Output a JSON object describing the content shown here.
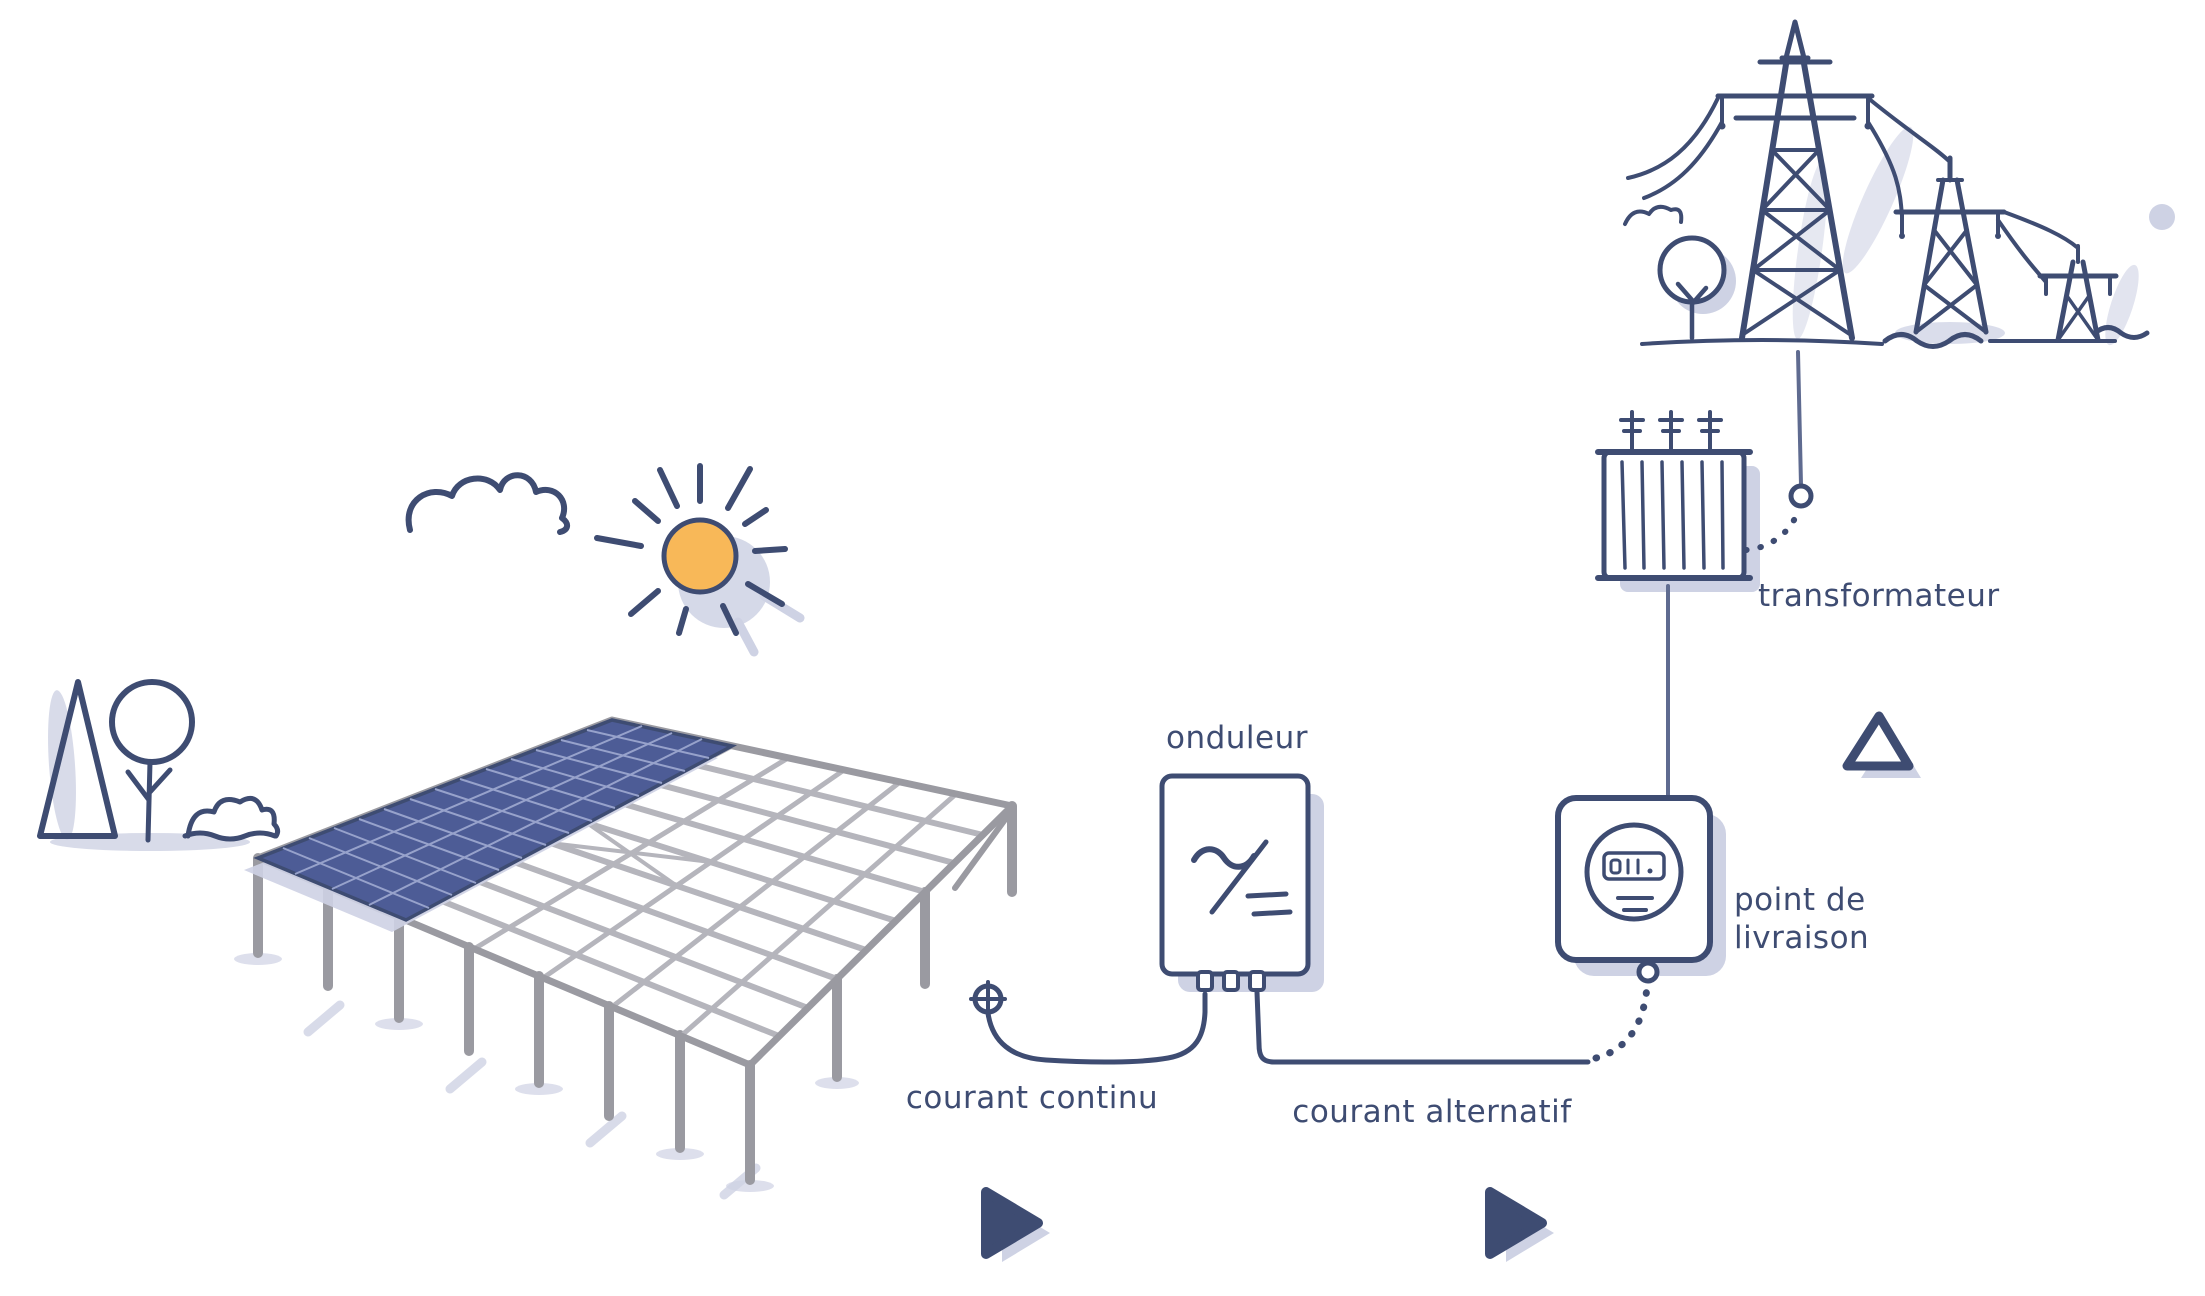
{
  "diagram": {
    "type": "solar-pv-system-flow",
    "labels": {
      "inverter": "onduleur",
      "dc_current": "courant continu",
      "ac_current": "courant alternatif",
      "delivery_point_line1": "point de",
      "delivery_point_line2": "livraison",
      "transformer": "transformateur"
    }
  },
  "icons": [
    "sun-icon",
    "cloud-icon",
    "pine-tree-icon",
    "round-tree-icon",
    "bush-icon",
    "solar-canopy-icon",
    "dc-connector-icon",
    "inverter-icon",
    "meter-icon",
    "transformer-icon",
    "power-pylons-icon",
    "small-tree-icon",
    "triangle-icon",
    "play-icon",
    "play-icon"
  ],
  "colors": {
    "stroke": "#3e4c72",
    "shadow": "#ced2e4",
    "sun": "#f8b858",
    "panel": "#4d5c96",
    "panel_grid": "#97a2cb",
    "steel": "#b5b5bc",
    "steel_dark": "#9a9aa1",
    "wire": "#5f6b90",
    "background": "#ffffff"
  }
}
